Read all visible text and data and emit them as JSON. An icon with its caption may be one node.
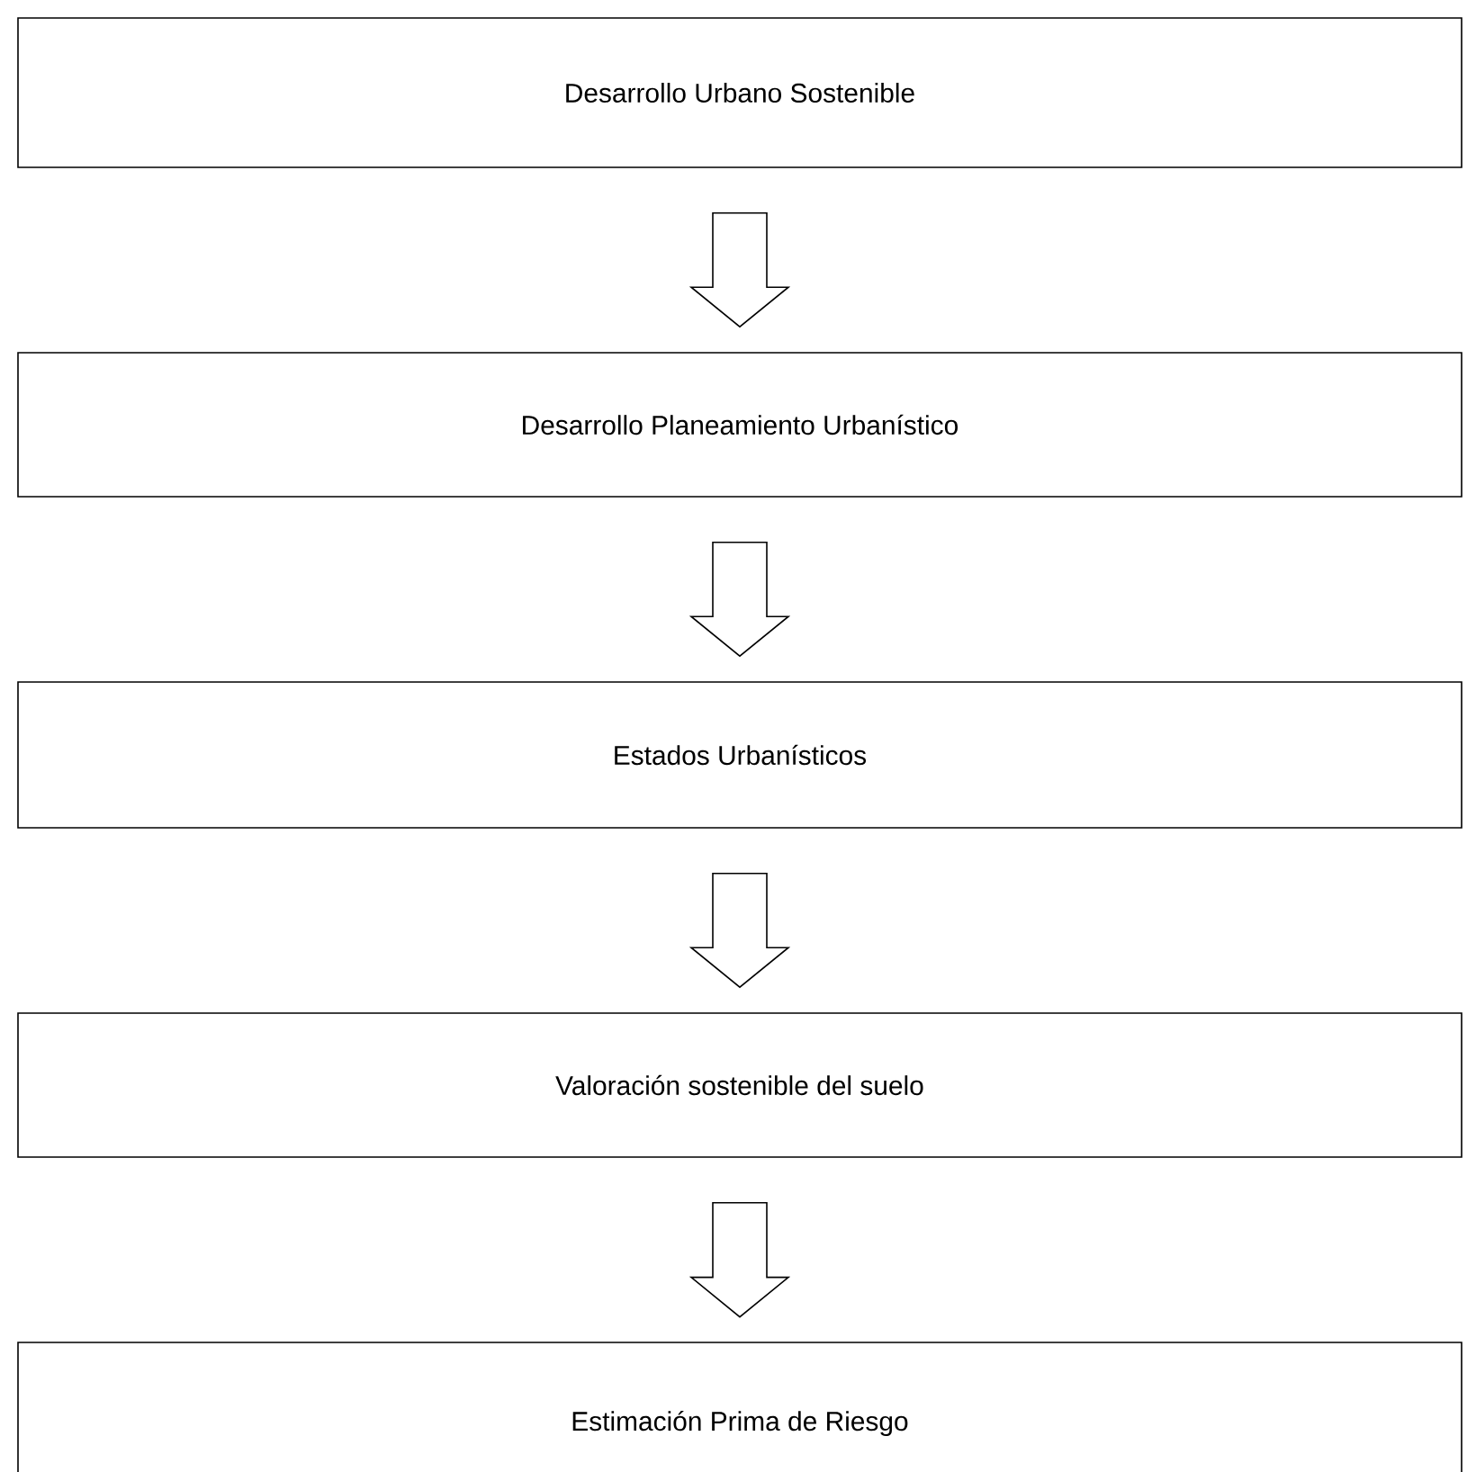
{
  "diagram": {
    "nodes": [
      {
        "text": [
          "Desarrollo Urbano Sostenible"
        ]
      },
      {
        "text": [
          "Desarrollo Planeamiento Urbanístico"
        ]
      },
      {
        "text": [
          "Estados Urbanísticos"
        ]
      },
      {
        "text": [
          "Valoración sostenible del suelo"
        ]
      },
      {
        "text": [
          "Estimación Prima de Riesgo"
        ]
      }
    ],
    "edges": [
      {
        "from": 0,
        "to": 1,
        "arrow": "to"
      },
      {
        "from": 1,
        "to": 2,
        "arrow": "to"
      },
      {
        "from": 2,
        "to": 3,
        "arrow": "to"
      },
      {
        "from": 3,
        "to": 4,
        "arrow": "to"
      }
    ]
  }
}
